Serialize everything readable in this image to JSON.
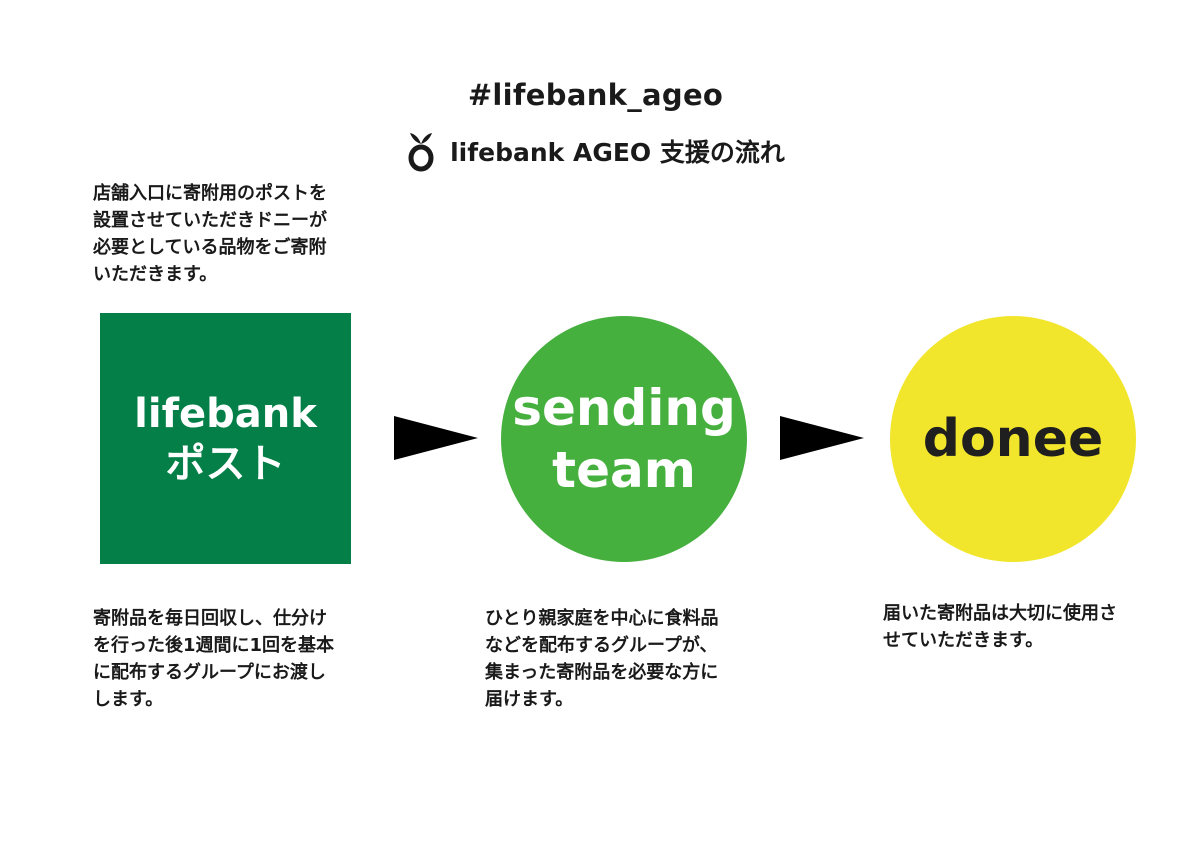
{
  "header": {
    "hashtag": "#lifebank_ageo",
    "title": "lifebank AGEO 支援の流れ",
    "logo_icon": "sprout-ring-icon"
  },
  "intro": {
    "text": "店舗入口に寄附用のポストを\n設置させていただきドニーが\n必要としている品物をご寄附\nいただきます。"
  },
  "nodes": {
    "post": {
      "line1": "lifebank",
      "line2": "ポスト",
      "color": "#047f47"
    },
    "team": {
      "line1": "sending",
      "line2": "team",
      "color": "#46b03f"
    },
    "donee": {
      "label": "donee",
      "color": "#f2e62d"
    }
  },
  "arrows": {
    "icon": "right-triangle-arrow-icon",
    "color": "#000000"
  },
  "descriptions": {
    "post": "寄附品を毎日回収し、仕分け\nを行った後1週間に1回を基本\nに配布するグループにお渡し\nします。",
    "team": "ひとり親家庭を中心に食料品\nなどを配布するグループが、\n集まった寄附品を必要な方に\n届けます。",
    "donee": "届いた寄附品は大切に使用さ\nせていただきます。"
  }
}
